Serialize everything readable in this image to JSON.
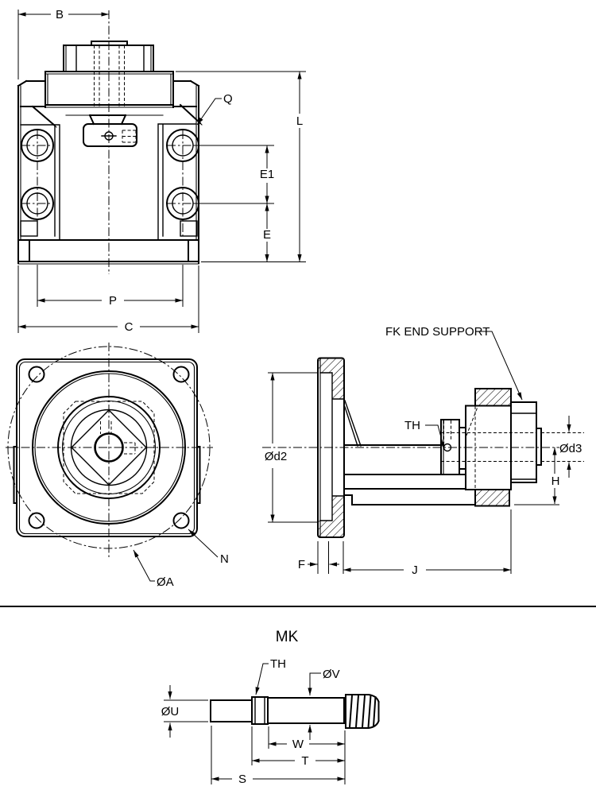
{
  "page": {
    "paper_color": "#ffffff",
    "ink_color": "#000000",
    "kind": "technical dimension drawing"
  },
  "views": {
    "front": {
      "dims": {
        "B": "B",
        "L": "L",
        "E1": "E1",
        "E": "E",
        "P": "P",
        "C": "C"
      },
      "callouts": {
        "Q": "Q"
      }
    },
    "face": {
      "callouts": {
        "N": "N",
        "A": "ØA"
      }
    },
    "side": {
      "title": "FK END SUPPORT",
      "callouts": {
        "TH": "TH"
      },
      "dims": {
        "d2": "Ød2",
        "d3": "Ød3",
        "H": "H",
        "F": "F",
        "J": "J"
      }
    },
    "mk": {
      "title": "MK",
      "callouts": {
        "TH": "TH"
      },
      "dims": {
        "V": "ØV",
        "U": "ØU",
        "W": "W",
        "T": "T",
        "S": "S"
      }
    }
  }
}
